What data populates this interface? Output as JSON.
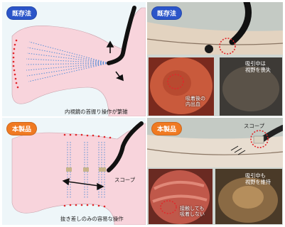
{
  "top_left": {
    "badge": "既存法",
    "caption": "内視鏡の首振り操作が繁雑"
  },
  "top_right": {
    "badge": "既存法",
    "box_text_line1": "吸引中は",
    "box_text_line2": "視野を喪失",
    "photo_text_line1": "吸着後の",
    "photo_text_line2": "内出血"
  },
  "bottom_left": {
    "badge": "本製品",
    "scope_label": "スコープ",
    "caption": "抜き差しのみの容易な操作"
  },
  "bottom_right": {
    "badge": "本製品",
    "scope_label": "スコープ",
    "box_text_line1": "吸引中も",
    "box_text_line2": "視野を維持",
    "photo_text_line1": "接触しても",
    "photo_text_line2": "吸着しない"
  },
  "colors": {
    "badge_blue": "#2b55c9",
    "badge_orange": "#f07a22",
    "highlight_red": "#e0262a",
    "organ_pink": "#f8d4dc"
  }
}
